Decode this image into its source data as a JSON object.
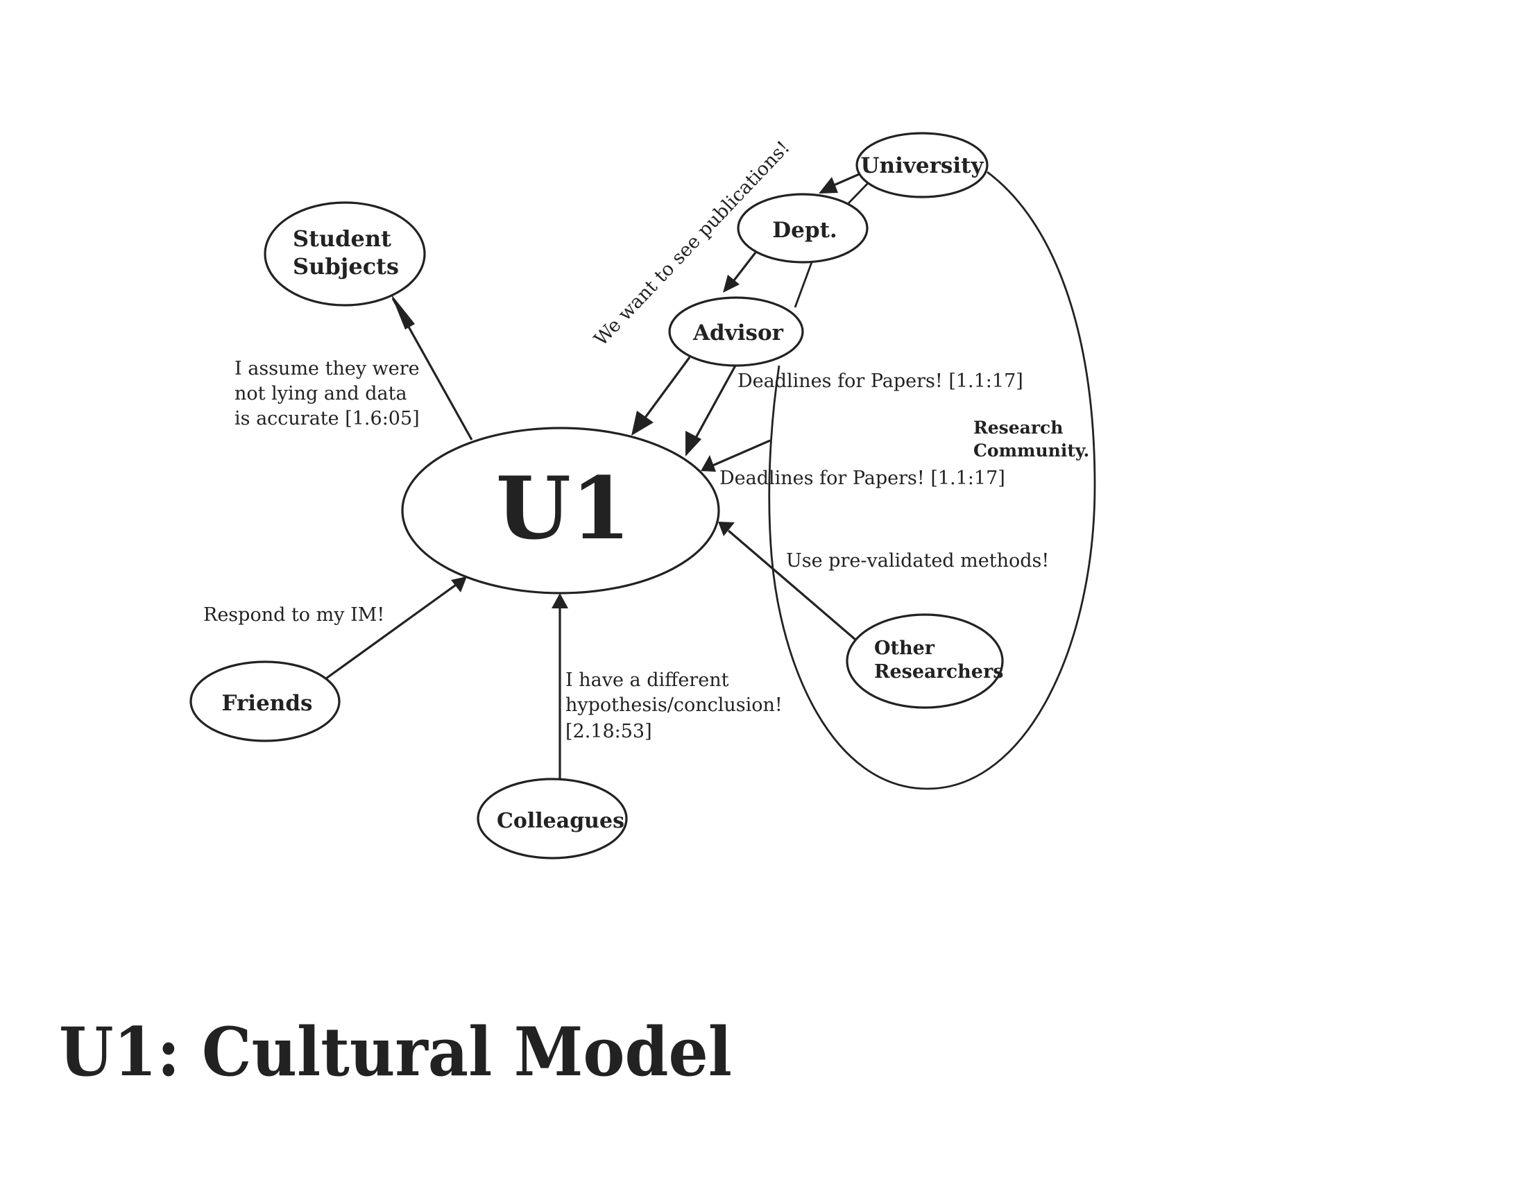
{
  "title": "U1: Cultural Model",
  "center_node": {
    "label": "U1"
  },
  "nodes": {
    "student_subjects": {
      "lines": [
        "Student",
        "Subjects"
      ]
    },
    "university": {
      "label": "University"
    },
    "dept": {
      "label": "Dept."
    },
    "advisor": {
      "label": "Advisor"
    },
    "friends": {
      "label": "Friends"
    },
    "colleagues": {
      "label": "Colleagues"
    },
    "other_researchers": {
      "lines": [
        "Other",
        "Researchers"
      ]
    }
  },
  "groups": {
    "research_community": {
      "lines": [
        "Research",
        "Community."
      ]
    }
  },
  "edge_labels": {
    "student_subjects": [
      "I assume they were",
      "not lying and data",
      "is accurate [1.6:05]"
    ],
    "publications": "We want to see publications!",
    "advisor_deadlines": "Deadlines for Papers! [1.1:17]",
    "community_deadlines": "Deadlines for Papers! [1.1:17]",
    "other_researchers": "Use pre-validated methods!",
    "friends": "Respond to my IM!",
    "colleagues": [
      "I have a different",
      "hypothesis/conclusion!",
      "[2.18:53]"
    ]
  },
  "colors": {
    "ink": "#222222",
    "background": "#ffffff"
  }
}
